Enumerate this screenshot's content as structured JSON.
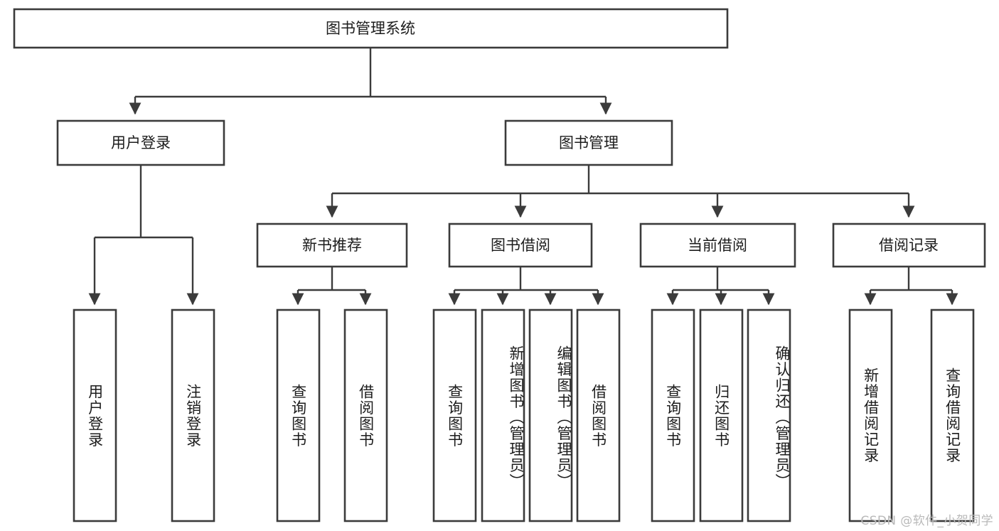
{
  "diagram": {
    "type": "tree-hierarchy-flowchart",
    "title": "图书管理系统",
    "orientation": "top-down",
    "colors": {
      "box_stroke": "#3b3b3b",
      "box_fill": "#ffffff",
      "text": "#1c1c1c",
      "connector": "#3b3b3b",
      "watermark": "#b9b9b9",
      "background": "#ffffff"
    },
    "root": {
      "id": "root",
      "label": "图书管理系统",
      "text_orientation": "horizontal"
    },
    "level2": [
      {
        "id": "user-login",
        "label": "用户登录",
        "text_orientation": "horizontal"
      },
      {
        "id": "book-manage",
        "label": "图书管理",
        "text_orientation": "horizontal"
      }
    ],
    "level3": [
      {
        "id": "new-book-recommend",
        "label": "新书推荐",
        "parent": "book-manage",
        "text_orientation": "horizontal"
      },
      {
        "id": "book-borrow",
        "label": "图书借阅",
        "parent": "book-manage",
        "text_orientation": "horizontal"
      },
      {
        "id": "current-borrow",
        "label": "当前借阅",
        "parent": "book-manage",
        "text_orientation": "horizontal"
      },
      {
        "id": "borrow-record",
        "label": "借阅记录",
        "parent": "book-manage",
        "text_orientation": "horizontal"
      }
    ],
    "leaves": [
      {
        "id": "leaf-user-login",
        "label": "用户登录",
        "parent": "user-login",
        "text_orientation": "vertical"
      },
      {
        "id": "leaf-logout-login",
        "label": "注销登录",
        "parent": "user-login",
        "text_orientation": "vertical"
      },
      {
        "id": "leaf-query-book-1",
        "label": "查询图书",
        "parent": "new-book-recommend",
        "text_orientation": "vertical"
      },
      {
        "id": "leaf-borrow-book-1",
        "label": "借阅图书",
        "parent": "new-book-recommend",
        "text_orientation": "vertical"
      },
      {
        "id": "leaf-query-book-2",
        "label": "查询图书",
        "parent": "book-borrow",
        "text_orientation": "vertical"
      },
      {
        "id": "leaf-add-book-admin",
        "label": "新增图书（管理员）",
        "parent": "book-borrow",
        "text_orientation": "vertical"
      },
      {
        "id": "leaf-edit-book-admin",
        "label": "编辑图书（管理员）",
        "parent": "book-borrow",
        "text_orientation": "vertical"
      },
      {
        "id": "leaf-borrow-book-2",
        "label": "借阅图书",
        "parent": "book-borrow",
        "text_orientation": "vertical"
      },
      {
        "id": "leaf-query-book-3",
        "label": "查询图书",
        "parent": "current-borrow",
        "text_orientation": "vertical"
      },
      {
        "id": "leaf-return-book",
        "label": "归还图书",
        "parent": "current-borrow",
        "text_orientation": "vertical"
      },
      {
        "id": "leaf-confirm-return-admin",
        "label": "确认归还（管理员）",
        "parent": "current-borrow",
        "text_orientation": "vertical"
      },
      {
        "id": "leaf-add-borrow-record",
        "label": "新增借阅记录",
        "parent": "borrow-record",
        "text_orientation": "vertical"
      },
      {
        "id": "leaf-query-borrow-record",
        "label": "查询借阅记录",
        "parent": "borrow-record",
        "text_orientation": "vertical"
      }
    ]
  },
  "watermark": {
    "text": "CSDN @软件_小贺同学"
  }
}
